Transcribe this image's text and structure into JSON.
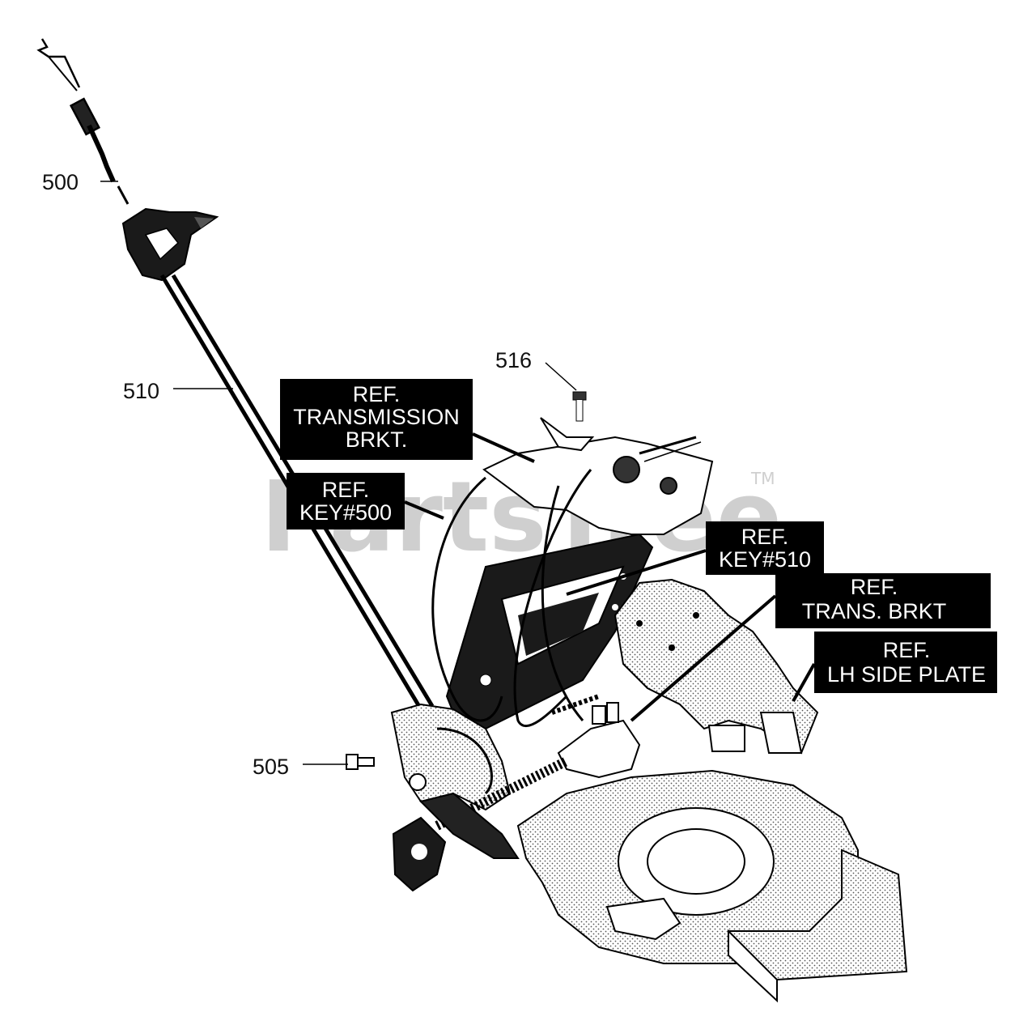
{
  "watermark": {
    "text": "PartsTree",
    "tm": "TM"
  },
  "callouts": {
    "c500": "500",
    "c510": "510",
    "c516": "516",
    "c505": "505"
  },
  "refs": {
    "transmission_brkt": [
      "REF.",
      "TRANSMISSION",
      "BRKT."
    ],
    "key500": [
      "REF.",
      "KEY#500"
    ],
    "key510": [
      "REF.",
      "KEY#510"
    ],
    "trans_brkt": [
      "REF.",
      "TRANS. BRKT"
    ],
    "lh_side_plate": [
      "REF.",
      "LH SIDE PLATE"
    ]
  }
}
